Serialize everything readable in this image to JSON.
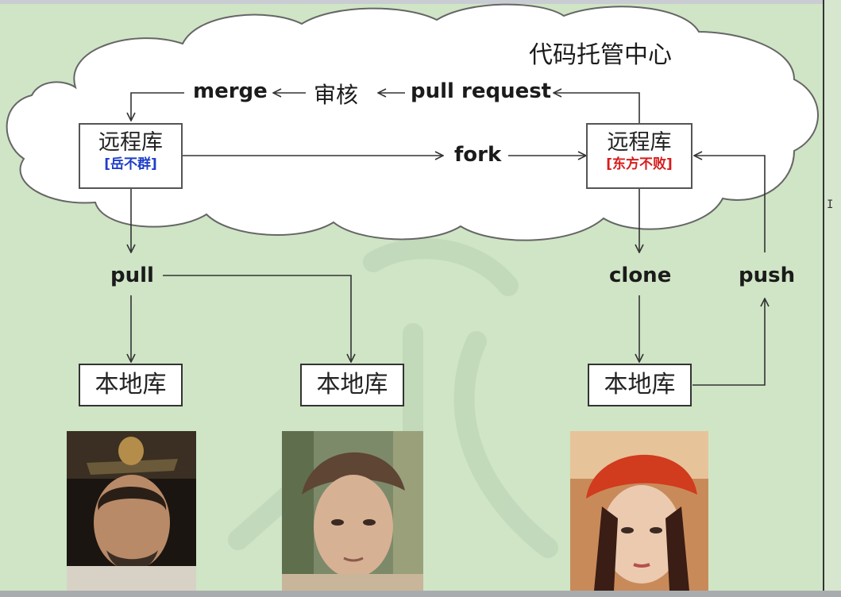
{
  "cloud": {
    "title": "代码托管中心"
  },
  "flow": {
    "merge": "merge",
    "review": "审核",
    "pull_request": "pull request",
    "fork": "fork",
    "pull": "pull",
    "clone": "clone",
    "push": "push"
  },
  "remotes": [
    {
      "title": "远程库",
      "owner": "[岳不群]",
      "owner_color": "#1f3ec9"
    },
    {
      "title": "远程库",
      "owner": "[东方不败]",
      "owner_color": "#d61c1c"
    }
  ],
  "locals": [
    {
      "label": "本地库"
    },
    {
      "label": "本地库"
    },
    {
      "label": "本地库"
    }
  ],
  "portraits": [
    {
      "icon": "portrait-photo-man-crown"
    },
    {
      "icon": "portrait-photo-young-man-hat"
    },
    {
      "icon": "portrait-photo-woman-red-hat"
    }
  ],
  "colors": {
    "background": "#cfe5c6",
    "cloud_fill": "#ffffff",
    "arrow": "#333333"
  }
}
